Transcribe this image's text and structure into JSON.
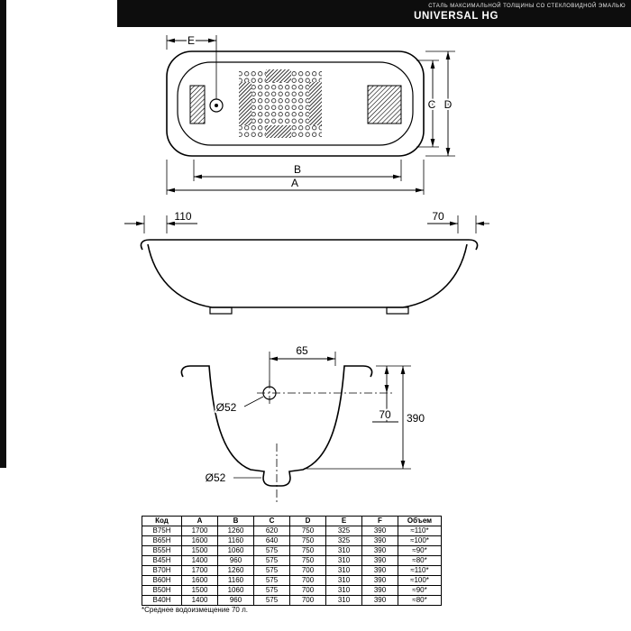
{
  "colors": {
    "header_bg": "#0d0d0d",
    "line": "#000000",
    "paper": "#ffffff"
  },
  "header": {
    "subtitle": "СТАЛЬ МАКСИМАЛЬНОЙ ТОЛЩИНЫ СО СТЕКЛОВИДНОЙ ЭМАЛЬЮ",
    "title": "UNIVERSAL HG"
  },
  "drawings": {
    "top_view": {
      "dim_e": "E",
      "dim_c": "C",
      "dim_d": "D",
      "dim_b": "B",
      "dim_a": "A"
    },
    "side_view": {
      "dim_rim_left": "110",
      "dim_rim_right": "70"
    },
    "section_view": {
      "dim_overflow_offset": "65",
      "dim_overflow_diameter": "Ø52",
      "dim_overflow_depth": "70",
      "dim_height": "390",
      "dim_drain_diameter": "Ø52"
    }
  },
  "table": {
    "headers": [
      "Код",
      "A",
      "B",
      "C",
      "D",
      "E",
      "F",
      "Объем"
    ],
    "rows": [
      [
        "B75H",
        "1700",
        "1260",
        "620",
        "750",
        "325",
        "390",
        "≈110*"
      ],
      [
        "B65H",
        "1600",
        "1160",
        "640",
        "750",
        "325",
        "390",
        "≈100*"
      ],
      [
        "B55H",
        "1500",
        "1060",
        "575",
        "750",
        "310",
        "390",
        "≈90*"
      ],
      [
        "B45H",
        "1400",
        "960",
        "575",
        "750",
        "310",
        "390",
        "≈80*"
      ],
      [
        "B70H",
        "1700",
        "1260",
        "575",
        "700",
        "310",
        "390",
        "≈110*"
      ],
      [
        "B60H",
        "1600",
        "1160",
        "575",
        "700",
        "310",
        "390",
        "≈100*"
      ],
      [
        "B50H",
        "1500",
        "1060",
        "575",
        "700",
        "310",
        "390",
        "≈90*"
      ],
      [
        "B40H",
        "1400",
        "960",
        "575",
        "700",
        "310",
        "390",
        "≈80*"
      ]
    ]
  },
  "footnote": "*Среднее водоизмещение 70 л."
}
